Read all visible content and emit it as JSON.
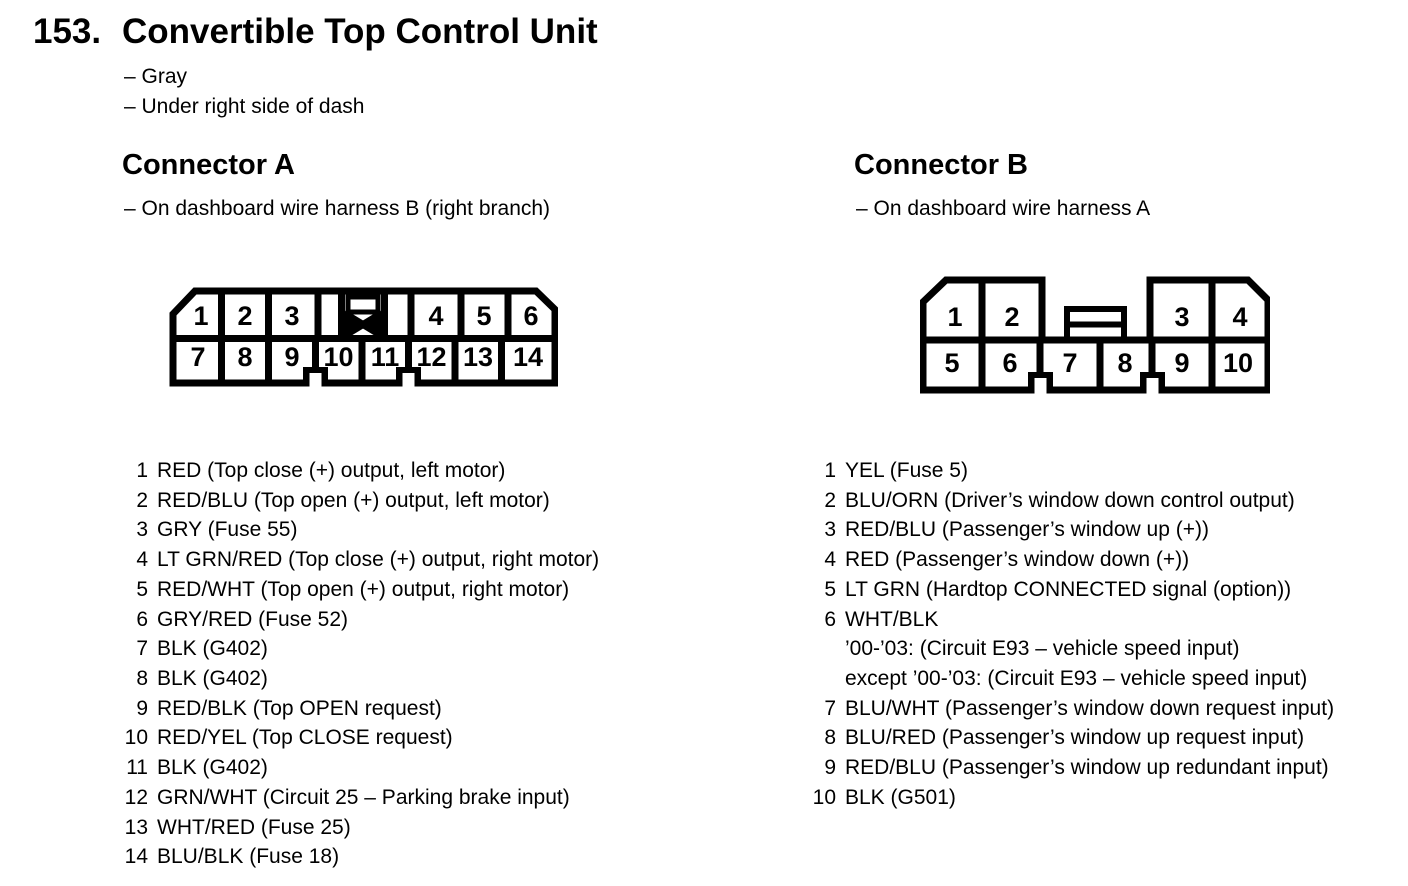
{
  "header": {
    "number": "153.",
    "title": "Convertible Top Control Unit",
    "notes": [
      "– Gray",
      "– Under right side of dash"
    ]
  },
  "connector_a": {
    "title": "Connector A",
    "note": "– On dashboard wire harness B (right branch)",
    "diagram": {
      "top_cells": [
        "1",
        "2",
        "3",
        "4",
        "5",
        "6"
      ],
      "bottom_cells": [
        "7",
        "8",
        "9",
        "10",
        "11",
        "12",
        "13",
        "14"
      ]
    },
    "pins": [
      {
        "n": "1",
        "text": "RED (Top close (+) output, left motor)"
      },
      {
        "n": "2",
        "text": "RED/BLU (Top open (+) output, left motor)"
      },
      {
        "n": "3",
        "text": "GRY (Fuse 55)"
      },
      {
        "n": "4",
        "text": "LT GRN/RED (Top close (+) output, right motor)"
      },
      {
        "n": "5",
        "text": "RED/WHT (Top open (+) output, right motor)"
      },
      {
        "n": "6",
        "text": "GRY/RED (Fuse 52)"
      },
      {
        "n": "7",
        "text": "BLK (G402)"
      },
      {
        "n": "8",
        "text": "BLK (G402)"
      },
      {
        "n": "9",
        "text": "RED/BLK (Top OPEN request)"
      },
      {
        "n": "10",
        "text": "RED/YEL (Top CLOSE request)"
      },
      {
        "n": "11",
        "text": "BLK (G402)"
      },
      {
        "n": "12",
        "text": "GRN/WHT (Circuit 25 – Parking brake input)"
      },
      {
        "n": "13",
        "text": "WHT/RED (Fuse 25)"
      },
      {
        "n": "14",
        "text": "BLU/BLK (Fuse 18)"
      }
    ]
  },
  "connector_b": {
    "title": "Connector B",
    "note": "– On dashboard wire harness A",
    "diagram": {
      "top_cells": [
        "1",
        "2",
        "3",
        "4"
      ],
      "bottom_cells": [
        "5",
        "6",
        "7",
        "8",
        "9",
        "10"
      ]
    },
    "pins": [
      {
        "n": "1",
        "text": "YEL (Fuse 5)"
      },
      {
        "n": "2",
        "text": "BLU/ORN (Driver’s window down control output)"
      },
      {
        "n": "3",
        "text": "RED/BLU (Passenger’s window up (+))"
      },
      {
        "n": "4",
        "text": "RED (Passenger’s window down (+))"
      },
      {
        "n": "5",
        "text": "LT GRN (Hardtop CONNECTED signal (option))"
      },
      {
        "n": "6",
        "text": "WHT/BLK",
        "extra": [
          "’00-’03: (Circuit E93 – vehicle speed input)",
          "except ’00-’03: (Circuit E93 – vehicle speed input)"
        ]
      },
      {
        "n": "7",
        "text": "BLU/WHT (Passenger’s window down request input)"
      },
      {
        "n": "8",
        "text": "BLU/RED (Passenger’s window up request input)"
      },
      {
        "n": "9",
        "text": "RED/BLU (Passenger’s window up redundant input)"
      },
      {
        "n": "10",
        "text": "BLK (G501)"
      }
    ]
  }
}
